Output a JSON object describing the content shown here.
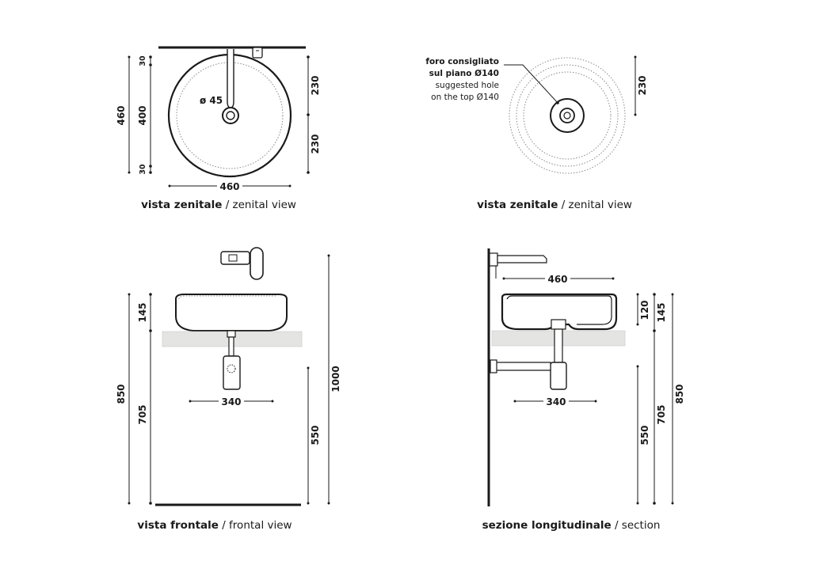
{
  "views": {
    "top_left": {
      "caption_bold": "vista zenitale",
      "caption_rest": " / zenital view",
      "dims": {
        "width": "460",
        "depth_total": "460",
        "depth_inner": "400",
        "margin_top": "30",
        "margin_bottom": "30",
        "half_top": "230",
        "half_bottom": "230",
        "drain": "ø 45"
      }
    },
    "top_right": {
      "caption_bold": "vista zenitale",
      "caption_rest": " / zenital view",
      "note": {
        "line1": "foro consigliato",
        "line2": "sul piano Ø140",
        "line3": "suggested hole",
        "line4": "on the top Ø140"
      },
      "dims": {
        "half": "230"
      }
    },
    "bottom_left": {
      "caption_bold": "vista frontale",
      "caption_rest": " / frontal view",
      "dims": {
        "basin_height": "145",
        "top_height": "850",
        "counter_height": "705",
        "tap_height": "1000",
        "siphon_height": "550",
        "siphon_width": "340"
      }
    },
    "bottom_right": {
      "caption_bold": "sezione longitudinale",
      "caption_rest": " / section",
      "dims": {
        "width": "460",
        "inner_depth": "120",
        "basin_height": "145",
        "counter_height": "705",
        "top_height": "850",
        "siphon_height": "550",
        "siphon_width": "340"
      }
    }
  },
  "colors": {
    "line": "#1a1a1a",
    "counter": "#e4e4e2",
    "dotted": "#8a8a8a"
  }
}
